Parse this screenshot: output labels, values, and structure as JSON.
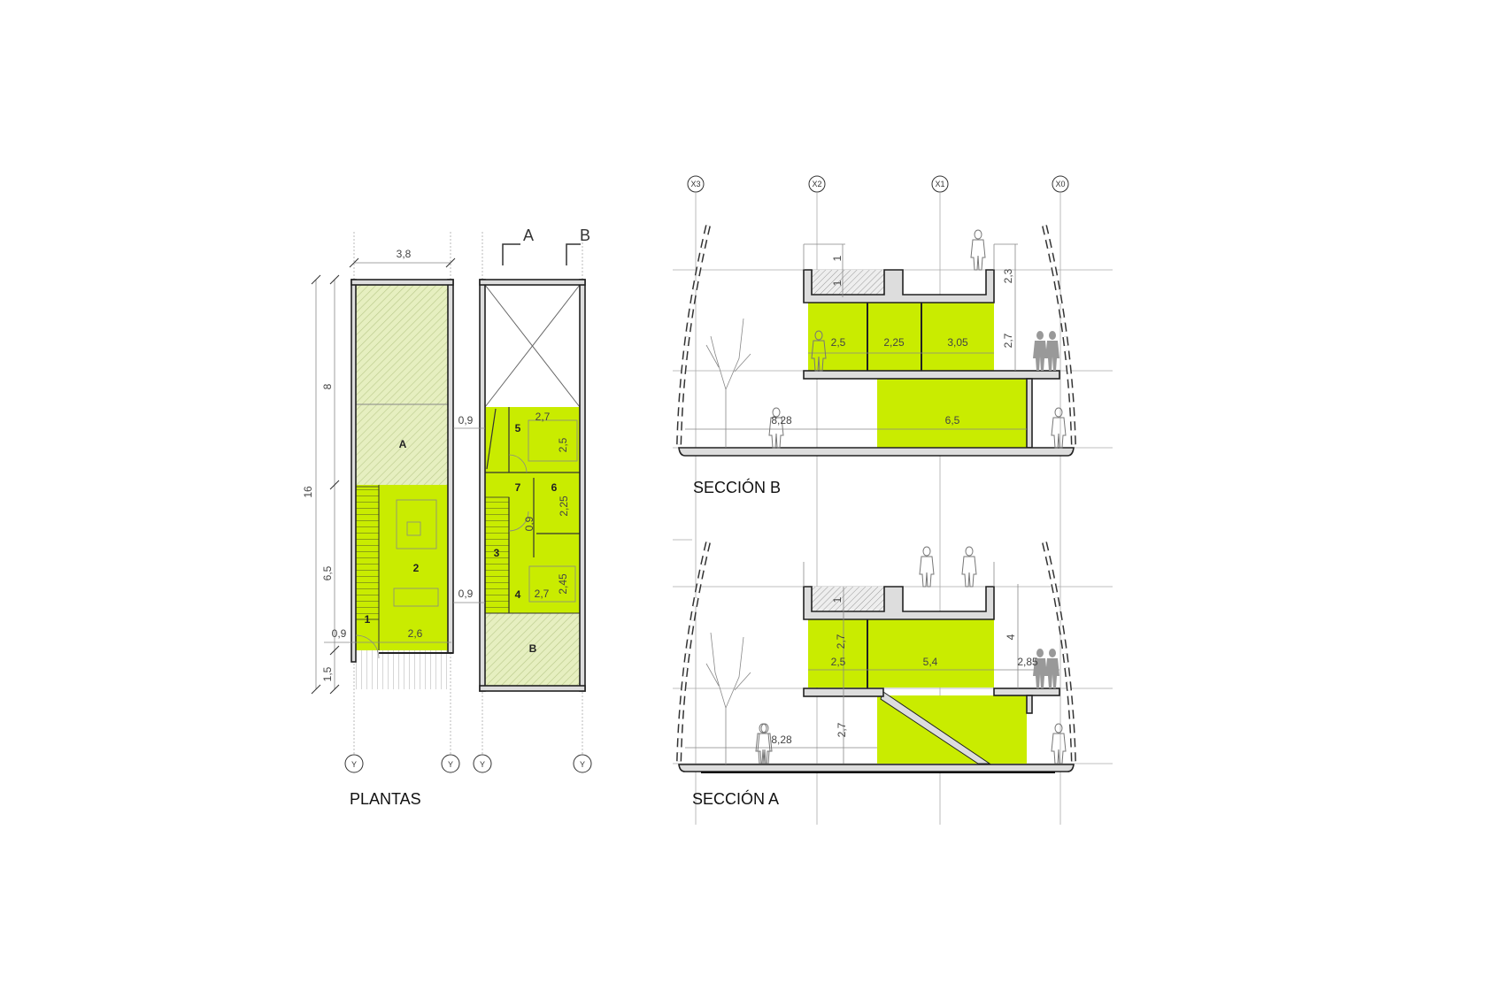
{
  "colors": {
    "fill_green": "#c9ec00",
    "hatch": "#e6efc0",
    "wall": "#dddddd",
    "line": "#222222"
  },
  "plantas": {
    "title": "PLANTAS",
    "axis_labels": [
      "Y",
      "Y",
      "Y",
      "Y"
    ],
    "section_marks": [
      "A",
      "B"
    ],
    "dims": [
      "3,8",
      "16",
      "8",
      "6,5",
      "1,5",
      "0,9",
      "0,9",
      "0,9",
      "2,6",
      "2,7",
      "2,5",
      "2,25",
      "0,9",
      "2,7",
      "2,45"
    ],
    "rooms": [
      "A",
      "1",
      "2",
      "3",
      "4",
      "5",
      "6",
      "7",
      "B"
    ]
  },
  "seccion_b": {
    "title": "SECCIÓN B",
    "axis_labels": [
      "X3",
      "X2",
      "X1",
      "X0"
    ],
    "dims": [
      "1",
      "1",
      "2,3",
      "2,7",
      "2,5",
      "2,25",
      "3,05",
      "8,28",
      "6,5"
    ]
  },
  "seccion_a": {
    "title": "SECCIÓN A",
    "dims": [
      "1",
      "4",
      "2,7",
      "2,5",
      "5,4",
      "2,85",
      "2,7",
      "8,28"
    ]
  }
}
